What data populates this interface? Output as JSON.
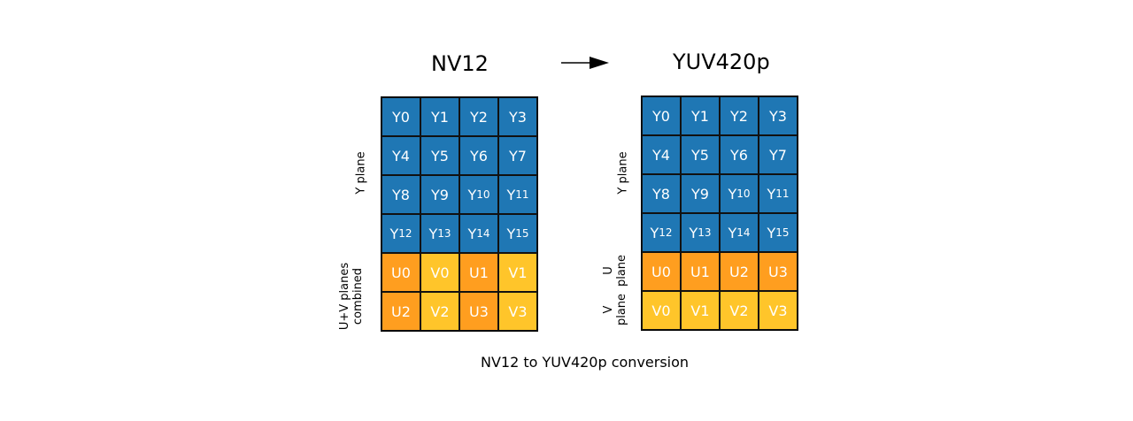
{
  "colors": {
    "y": "#1f77b4",
    "u": "#ff9e1f",
    "v": "#ffc52a",
    "border": "#111111"
  },
  "left": {
    "title": "NV12",
    "rows": [
      [
        {
          "t": "Y",
          "s": "0",
          "c": "y"
        },
        {
          "t": "Y",
          "s": "1",
          "c": "y"
        },
        {
          "t": "Y",
          "s": "2",
          "c": "y"
        },
        {
          "t": "Y",
          "s": "3",
          "c": "y"
        }
      ],
      [
        {
          "t": "Y",
          "s": "4",
          "c": "y"
        },
        {
          "t": "Y",
          "s": "5",
          "c": "y"
        },
        {
          "t": "Y",
          "s": "6",
          "c": "y"
        },
        {
          "t": "Y",
          "s": "7",
          "c": "y"
        }
      ],
      [
        {
          "t": "Y",
          "s": "8",
          "c": "y"
        },
        {
          "t": "Y",
          "s": "9",
          "c": "y"
        },
        {
          "t": "Y",
          "s": "10",
          "c": "y",
          "sub": true
        },
        {
          "t": "Y",
          "s": "11",
          "c": "y",
          "sub": true
        }
      ],
      [
        {
          "t": "Y",
          "s": "12",
          "c": "y",
          "sub": true
        },
        {
          "t": "Y",
          "s": "13",
          "c": "y",
          "sub": true
        },
        {
          "t": "Y",
          "s": "14",
          "c": "y",
          "sub": true
        },
        {
          "t": "Y",
          "s": "15",
          "c": "y",
          "sub": true
        }
      ],
      [
        {
          "t": "U",
          "s": "0",
          "c": "u"
        },
        {
          "t": "V",
          "s": "0",
          "c": "v"
        },
        {
          "t": "U",
          "s": "1",
          "c": "u"
        },
        {
          "t": "V",
          "s": "1",
          "c": "v"
        }
      ],
      [
        {
          "t": "U",
          "s": "2",
          "c": "u"
        },
        {
          "t": "V",
          "s": "2",
          "c": "v"
        },
        {
          "t": "U",
          "s": "3",
          "c": "u"
        },
        {
          "t": "V",
          "s": "3",
          "c": "v"
        }
      ]
    ],
    "y_plane_label": "Y plane",
    "uv_label_line1": "U+V planes",
    "uv_label_line2": "combined"
  },
  "right": {
    "title": "YUV420p",
    "rows": [
      [
        {
          "t": "Y",
          "s": "0",
          "c": "y"
        },
        {
          "t": "Y",
          "s": "1",
          "c": "y"
        },
        {
          "t": "Y",
          "s": "2",
          "c": "y"
        },
        {
          "t": "Y",
          "s": "3",
          "c": "y"
        }
      ],
      [
        {
          "t": "Y",
          "s": "4",
          "c": "y"
        },
        {
          "t": "Y",
          "s": "5",
          "c": "y"
        },
        {
          "t": "Y",
          "s": "6",
          "c": "y"
        },
        {
          "t": "Y",
          "s": "7",
          "c": "y"
        }
      ],
      [
        {
          "t": "Y",
          "s": "8",
          "c": "y"
        },
        {
          "t": "Y",
          "s": "9",
          "c": "y"
        },
        {
          "t": "Y",
          "s": "10",
          "c": "y",
          "sub": true
        },
        {
          "t": "Y",
          "s": "11",
          "c": "y",
          "sub": true
        }
      ],
      [
        {
          "t": "Y",
          "s": "12",
          "c": "y",
          "sub": true
        },
        {
          "t": "Y",
          "s": "13",
          "c": "y",
          "sub": true
        },
        {
          "t": "Y",
          "s": "14",
          "c": "y",
          "sub": true
        },
        {
          "t": "Y",
          "s": "15",
          "c": "y",
          "sub": true
        }
      ],
      [
        {
          "t": "U",
          "s": "0",
          "c": "u"
        },
        {
          "t": "U",
          "s": "1",
          "c": "u"
        },
        {
          "t": "U",
          "s": "2",
          "c": "u"
        },
        {
          "t": "U",
          "s": "3",
          "c": "u"
        }
      ],
      [
        {
          "t": "V",
          "s": "0",
          "c": "v"
        },
        {
          "t": "V",
          "s": "1",
          "c": "v"
        },
        {
          "t": "V",
          "s": "2",
          "c": "v"
        },
        {
          "t": "V",
          "s": "3",
          "c": "v"
        }
      ]
    ],
    "y_plane_label": "Y plane",
    "u_label_line1": "U",
    "u_label_line2": "plane",
    "v_label_line1": "V",
    "v_label_line2": "plane"
  },
  "caption": "NV12 to YUV420p conversion"
}
